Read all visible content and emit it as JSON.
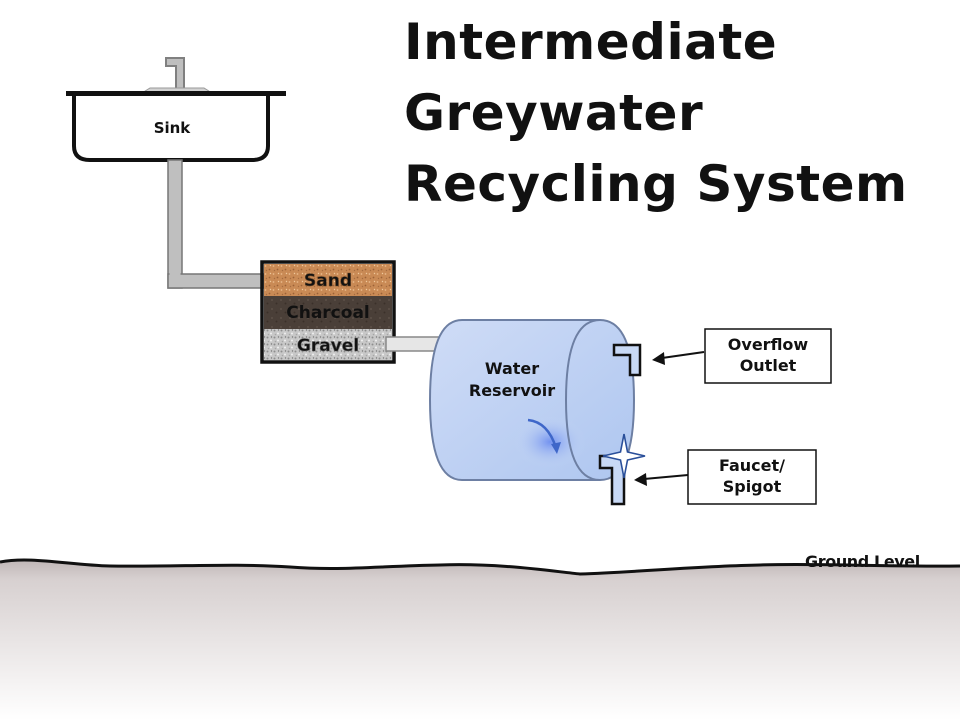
{
  "title": {
    "line1": "Intermediate",
    "line2": "Greywater",
    "line3": "Recycling System"
  },
  "labels": {
    "sink": "Sink",
    "filter_sand": "Sand",
    "filter_charcoal": "Charcoal",
    "filter_gravel": "Gravel",
    "reservoir_line1": "Water",
    "reservoir_line2": "Reservoir",
    "overflow_line1": "Overflow",
    "overflow_line2": "Outlet",
    "faucet_line1": "Faucet/",
    "faucet_line2": "Spigot",
    "ground": "Ground Level"
  },
  "icons": {
    "sink_faucet": "faucet-icon",
    "overflow": "overflow-pipe-icon",
    "spigot": "spigot-icon",
    "sparkle": "sparkle-icon"
  },
  "colors": {
    "pipe": "#bfbfbf",
    "outline": "#000000",
    "sand": "#c98a55",
    "charcoal": "#4a3f38",
    "gravel": "#c8c8c8",
    "reservoir": "#c8d9f5",
    "ground": "#dcd6d6"
  }
}
